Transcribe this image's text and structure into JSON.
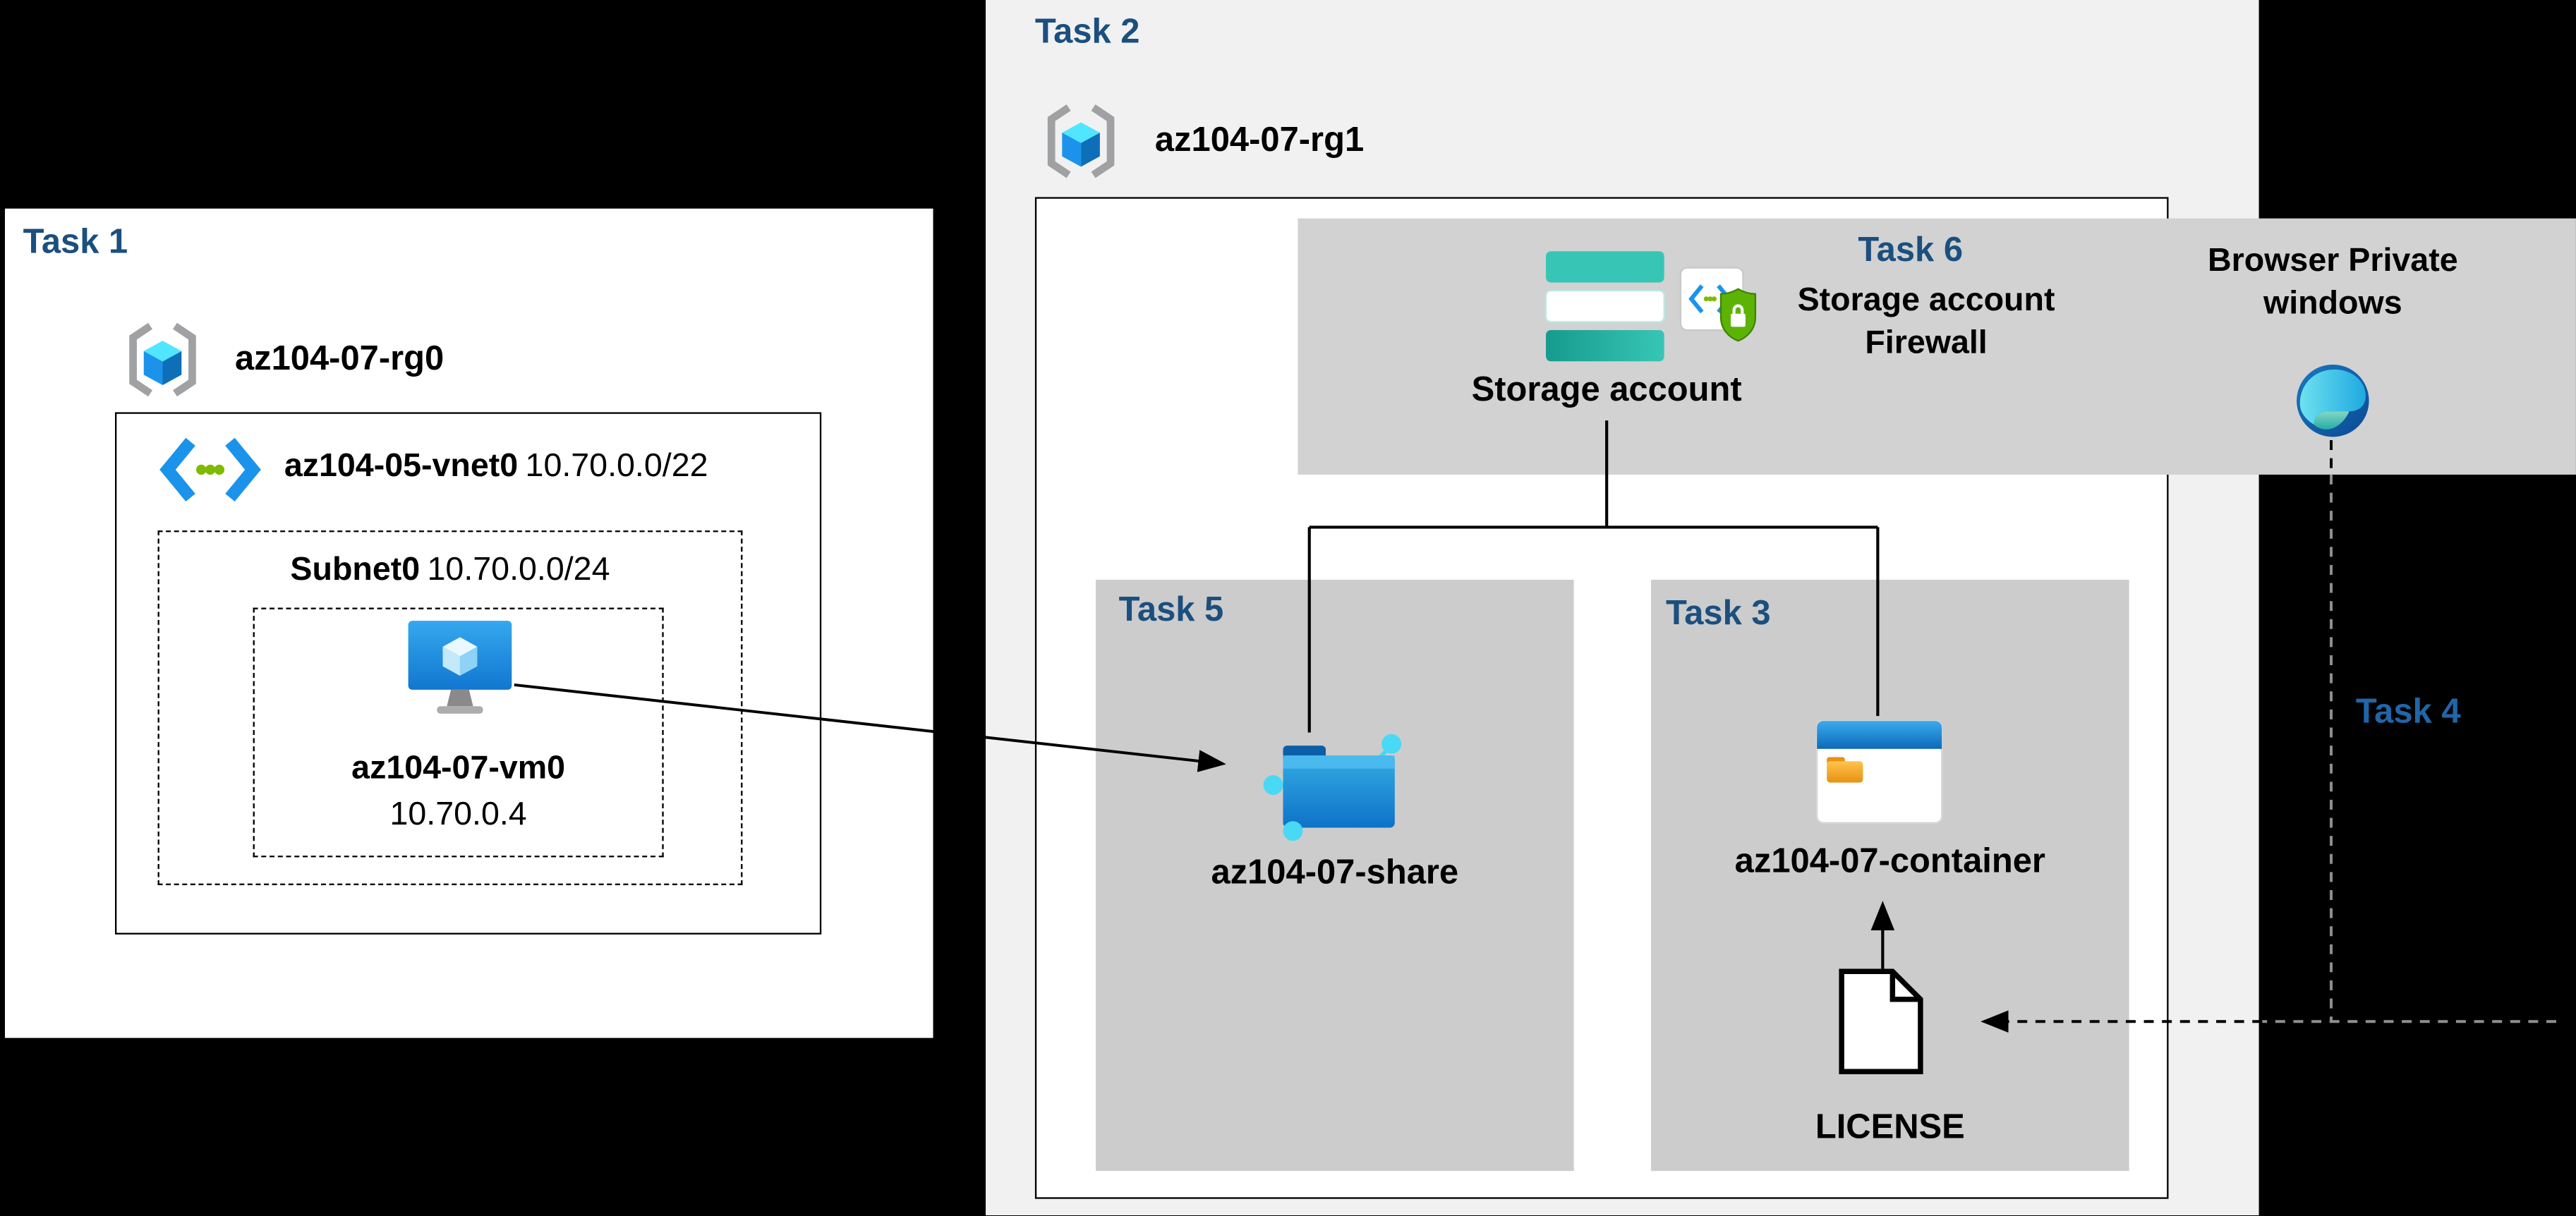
{
  "colors": {
    "background": "#000000",
    "task_label_blue": "#1B4F7E",
    "task4_blue": "#2066A8",
    "panel_white": "#FFFFFF",
    "panel_light_gray": "#F1F1F1",
    "band_gray": "#D2D2D2",
    "box_gray": "#CCCCCC",
    "line_black": "#000000",
    "azure_blue": "#1490DF",
    "storage_teal": "#37C6B6",
    "vnet_green": "#7FBA00",
    "folder_orange": "#F5A623",
    "edge_blue": "#0C59A4"
  },
  "task1": {
    "label": "Task 1",
    "resource_group": "az104-07-rg0",
    "vnet": {
      "name": "az104-05-vnet0",
      "cidr": "10.70.0.0/22"
    },
    "subnet": {
      "name": "Subnet0",
      "cidr": "10.70.0.0/24"
    },
    "vm": {
      "name": "az104-07-vm0",
      "ip": "10.70.0.4"
    }
  },
  "task2": {
    "label": "Task 2",
    "resource_group": "az104-07-rg1",
    "storage_account": {
      "label": "Storage account"
    }
  },
  "task3": {
    "label": "Task 3",
    "container": "az104-07-container",
    "file": "LICENSE"
  },
  "task4": {
    "label": "Task 4"
  },
  "task5": {
    "label": "Task 5",
    "share": "az104-07-share"
  },
  "task6": {
    "label": "Task 6",
    "title": "Storage account Firewall"
  },
  "browser": {
    "title": "Browser Private windows"
  },
  "icons": {
    "resource-group-icon": "azure-resource-group",
    "virtual-network-icon": "azure-virtual-network",
    "virtual-machine-icon": "azure-virtual-machine",
    "storage-account-icon": "azure-storage-account",
    "storage-firewall-icon": "virtual-network-with-shield",
    "edge-browser-icon": "microsoft-edge-logo",
    "file-share-icon": "azure-file-share",
    "blob-container-icon": "azure-blob-container",
    "license-file-icon": "document-outline"
  }
}
